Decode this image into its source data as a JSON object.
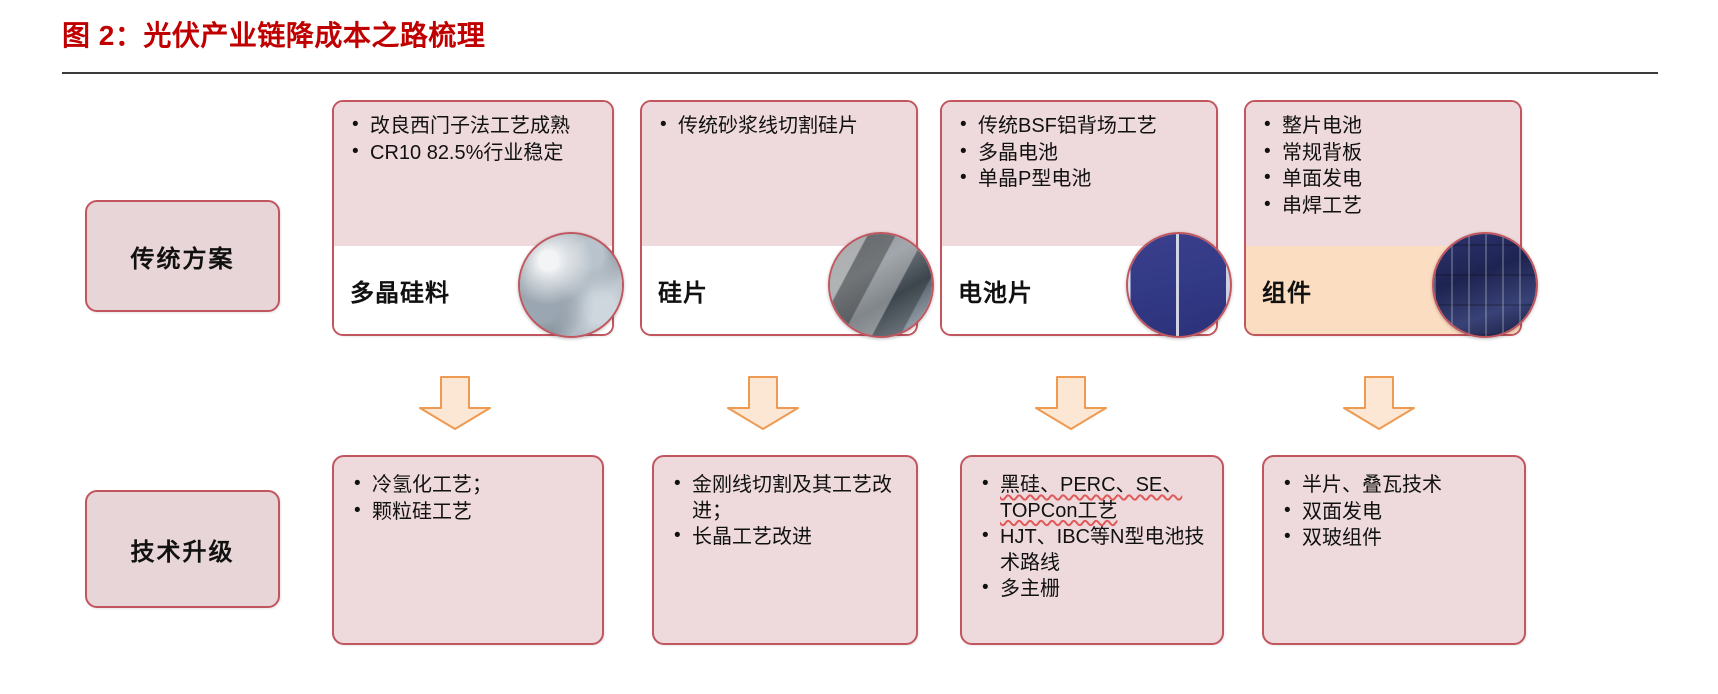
{
  "title": "图 2：光伏产业链降成本之路梳理",
  "colors": {
    "title_red": "#c00000",
    "box_border": "#c2565f",
    "box_fill": "#eedadc",
    "label_fill": "#e8d5d7",
    "accent_fill": "#fbddc1",
    "arrow_fill": "#fce7d4",
    "arrow_border": "#ee9a52",
    "spellcheck_underline": "#e05a5a"
  },
  "stages": {
    "traditional": "传统方案",
    "upgrade": "技术升级"
  },
  "chain": [
    {
      "name": "多晶硅料",
      "photo": "polysilicon-chunks-photo",
      "accent": false,
      "bullets": [
        "改良西门子法工艺成熟",
        "CR10 82.5%行业稳定"
      ]
    },
    {
      "name": "硅片",
      "photo": "silicon-wafer-photo",
      "accent": false,
      "bullets": [
        "传统砂浆线切割硅片"
      ]
    },
    {
      "name": "电池片",
      "photo": "solar-cell-photo",
      "accent": false,
      "bullets": [
        "传统BSF铝背场工艺",
        "多晶电池",
        "单晶P型电池"
      ]
    },
    {
      "name": "组件",
      "photo": "solar-module-photo",
      "accent": true,
      "bullets": [
        "整片电池",
        "常规背板",
        "单面发电",
        "串焊工艺"
      ]
    }
  ],
  "upgrades": [
    {
      "bullets": [
        "冷氢化工艺；",
        "颗粒硅工艺"
      ]
    },
    {
      "bullets": [
        "金刚线切割及其工艺改进；",
        "长晶工艺改进"
      ]
    },
    {
      "bullets": [
        "黑硅、PERC、SE、TOPCon工艺",
        "HJT、IBC等N型电池技术路线",
        "多主栅"
      ]
    },
    {
      "bullets": [
        "半片、叠瓦技术",
        "双面发电",
        "双玻组件"
      ]
    }
  ],
  "arrows": {
    "icon": "down-arrow-icon",
    "count": 4
  }
}
